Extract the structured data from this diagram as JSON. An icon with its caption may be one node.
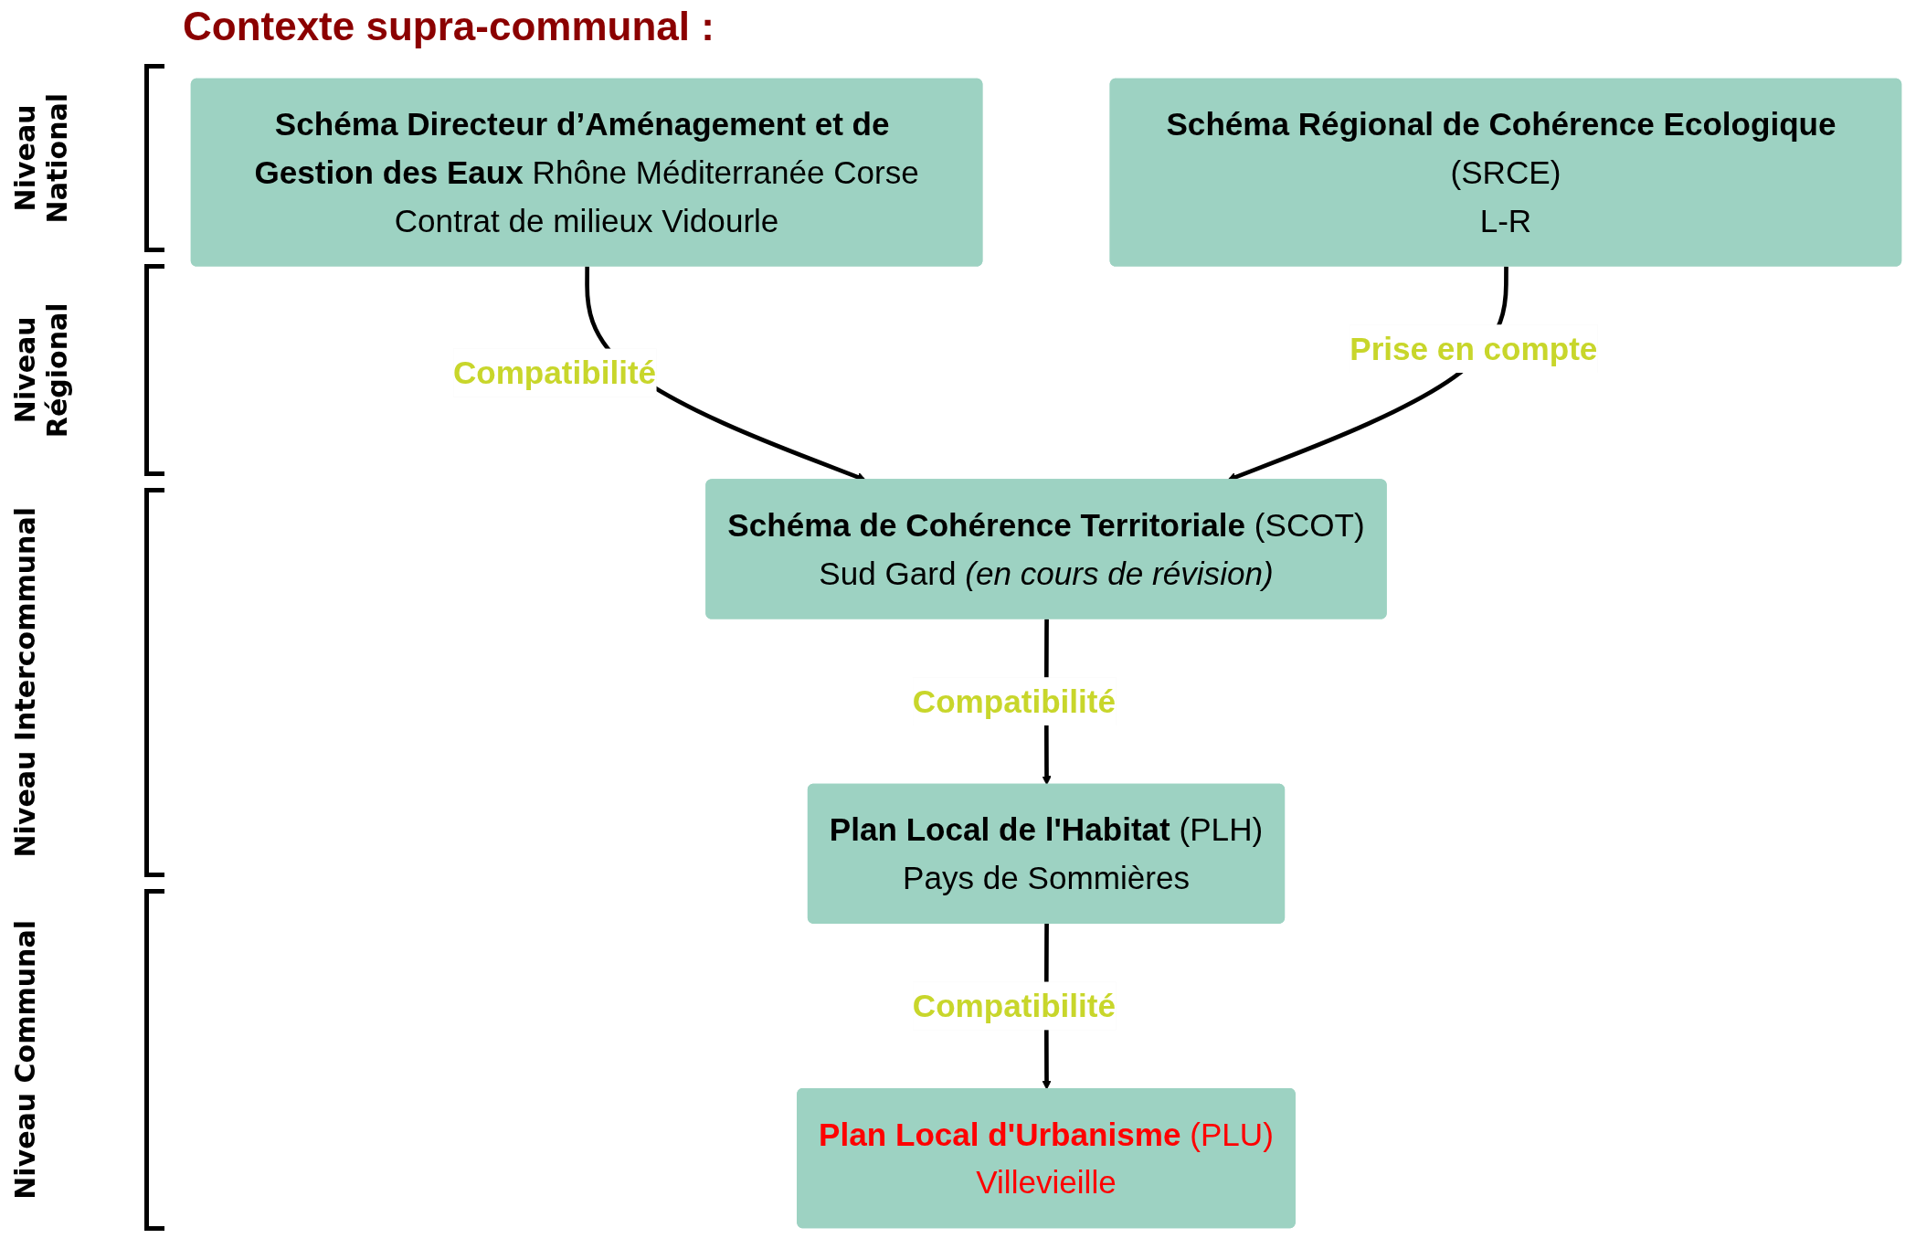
{
  "diagram": {
    "title": "Contexte supra-communal :",
    "nodes": [
      {
        "text": [
          "Schéma Directeur d’Aménagement et de Gestion des Eaux",
          "Rhône Méditerranée Corse",
          "Contrat de milieux Vidourle"
        ]
      },
      {
        "text": [
          "Schéma Régional de Cohérence Ecologique",
          "(SRCE)",
          "L-R"
        ]
      },
      {
        "text": [
          "Schéma de Cohérence Territoriale",
          "(SCOT)",
          "Sud Gard",
          "(en cours de révision)"
        ]
      },
      {
        "text": [
          "Plan Local de l'Habitat",
          "(PLH)",
          "Pays de Sommières"
        ]
      },
      {
        "text": [
          "Plan Local d'Urbanisme",
          "(PLU)",
          "Villevieille"
        ]
      }
    ],
    "edges": [
      {
        "from": 0,
        "to": 2,
        "arrow": "to",
        "label": "Compatibilité"
      },
      {
        "from": 1,
        "to": 2,
        "arrow": "to",
        "label": "Prise en compte"
      },
      {
        "from": 2,
        "to": 3,
        "arrow": "to",
        "label": "Compatibilité"
      },
      {
        "from": 3,
        "to": 4,
        "arrow": "to",
        "label": "Compatibilité"
      }
    ],
    "labels": [
      "Niveau National",
      "Niveau Régional",
      "Niveau Intercommunal",
      "Niveau Communal"
    ]
  }
}
